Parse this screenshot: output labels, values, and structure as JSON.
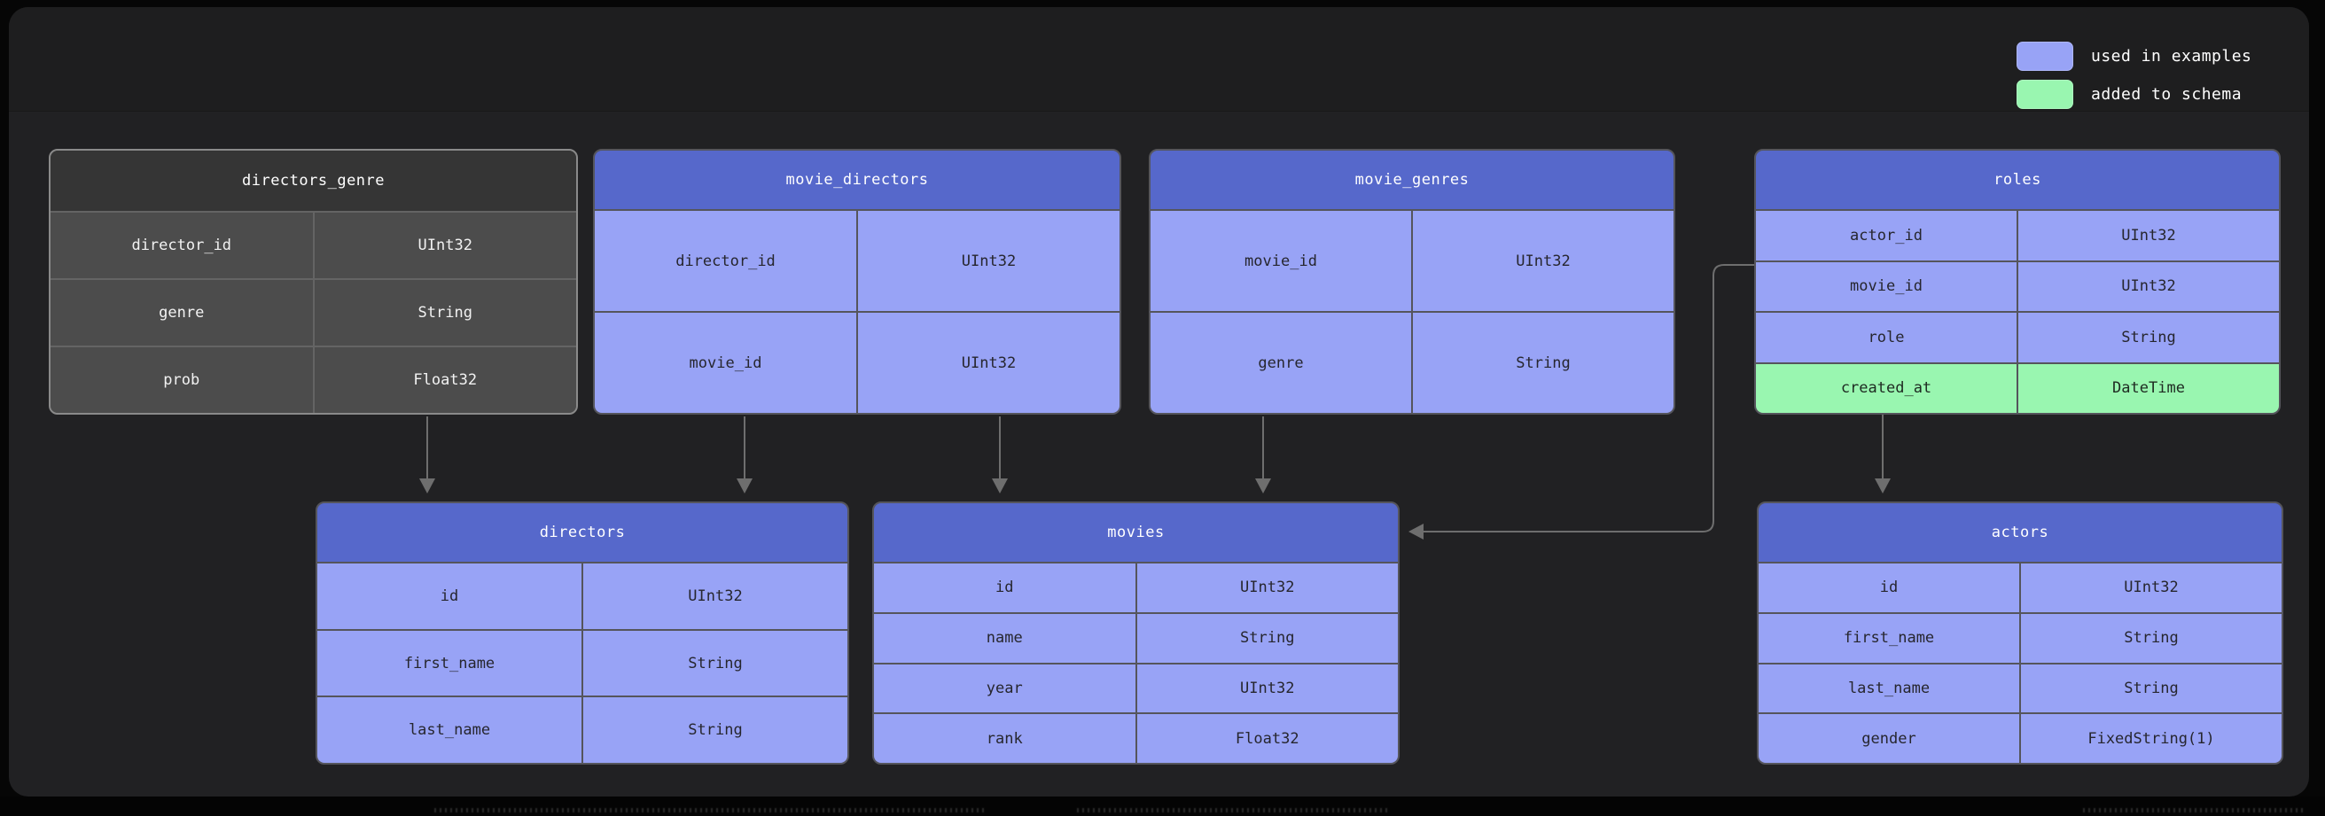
{
  "legend": {
    "items": [
      {
        "label": "used in examples",
        "color": "#98a3f6"
      },
      {
        "label": "added to schema",
        "color": "#99f6b0"
      }
    ]
  },
  "tables": [
    {
      "title": "directors_genre",
      "variant": "gray",
      "rows": [
        {
          "field": "director_id",
          "type": "UInt32"
        },
        {
          "field": "genre",
          "type": "String"
        },
        {
          "field": "prob",
          "type": "Float32"
        }
      ]
    },
    {
      "title": "movie_directors",
      "variant": "blue",
      "rows": [
        {
          "field": "director_id",
          "type": "UInt32"
        },
        {
          "field": "movie_id",
          "type": "UInt32"
        }
      ]
    },
    {
      "title": "movie_genres",
      "variant": "blue",
      "rows": [
        {
          "field": "movie_id",
          "type": "UInt32"
        },
        {
          "field": "genre",
          "type": "String"
        }
      ]
    },
    {
      "title": "roles",
      "variant": "blue",
      "rows": [
        {
          "field": "actor_id",
          "type": "UInt32"
        },
        {
          "field": "movie_id",
          "type": "UInt32"
        },
        {
          "field": "role",
          "type": "String"
        },
        {
          "field": "created_at",
          "type": "DateTime",
          "highlight": "added_to_schema"
        }
      ]
    },
    {
      "title": "directors",
      "variant": "blue",
      "rows": [
        {
          "field": "id",
          "type": "UInt32"
        },
        {
          "field": "first_name",
          "type": "String"
        },
        {
          "field": "last_name",
          "type": "String"
        }
      ]
    },
    {
      "title": "movies",
      "variant": "blue",
      "rows": [
        {
          "field": "id",
          "type": "UInt32"
        },
        {
          "field": "name",
          "type": "String"
        },
        {
          "field": "year",
          "type": "UInt32"
        },
        {
          "field": "rank",
          "type": "Float32"
        }
      ]
    },
    {
      "title": "actors",
      "variant": "blue",
      "rows": [
        {
          "field": "id",
          "type": "UInt32"
        },
        {
          "field": "first_name",
          "type": "String"
        },
        {
          "field": "last_name",
          "type": "String"
        },
        {
          "field": "gender",
          "type": "FixedString(1)"
        }
      ]
    }
  ],
  "connections": [
    {
      "from": "directors_genre",
      "to": "directors"
    },
    {
      "from": "movie_directors",
      "to": "directors"
    },
    {
      "from": "movie_directors",
      "to": "movies"
    },
    {
      "from": "movie_genres",
      "to": "movies"
    },
    {
      "from": "roles",
      "to": "movies"
    },
    {
      "from": "roles",
      "to": "actors"
    }
  ]
}
